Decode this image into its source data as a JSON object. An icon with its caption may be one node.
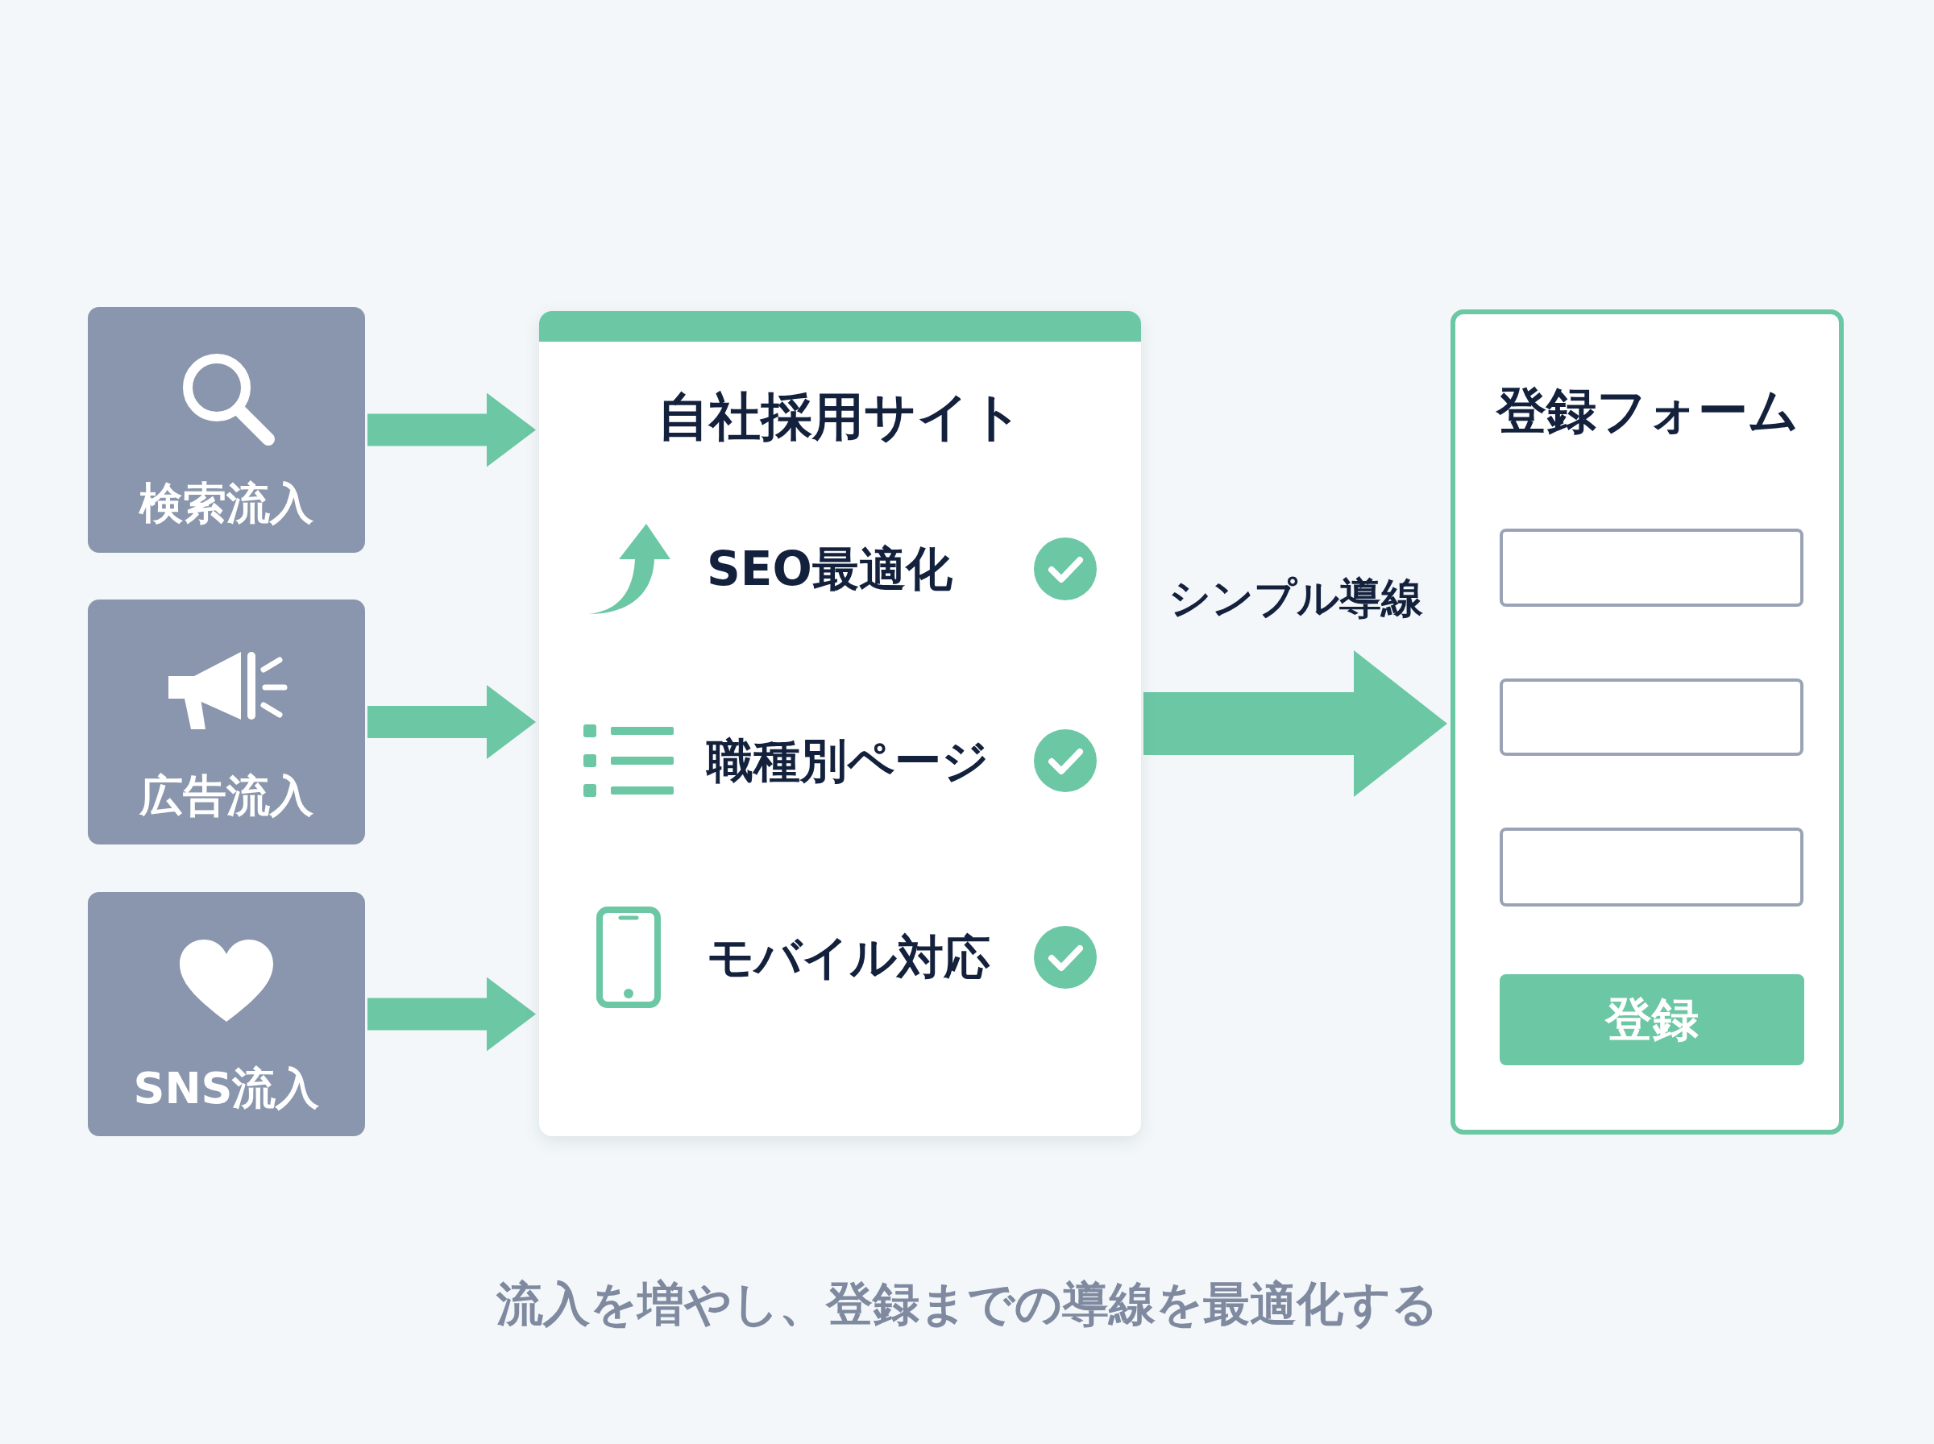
{
  "diagram": {
    "caption": "流入を増やし、登録までの導線を最適化する",
    "nodes": [
      {
        "text": [
          "検索流入"
        ]
      },
      {
        "text": [
          "広告流入"
        ]
      },
      {
        "text": [
          "SNS流入"
        ]
      },
      {
        "text": [
          "自社採用サイト",
          "SEO最適化",
          "職種別ページ",
          "モバイル対応"
        ]
      },
      {
        "text": [
          "登録フォーム"
        ]
      },
      {
        "text": [],
        "shape": "box",
        "in": 4
      },
      {
        "text": [],
        "shape": "box",
        "in": 4
      },
      {
        "text": [],
        "shape": "box",
        "in": 4
      },
      {
        "text": [
          "登録"
        ],
        "in": 4
      }
    ],
    "edges": [
      {
        "from": 0,
        "to": 3,
        "arrow": "to"
      },
      {
        "from": 1,
        "to": 3,
        "arrow": "to"
      },
      {
        "from": 2,
        "to": 3,
        "arrow": "to"
      },
      {
        "from": 3,
        "to": 4,
        "arrow": "to",
        "label": "シンプル導線",
        "style": "thick"
      }
    ]
  }
}
